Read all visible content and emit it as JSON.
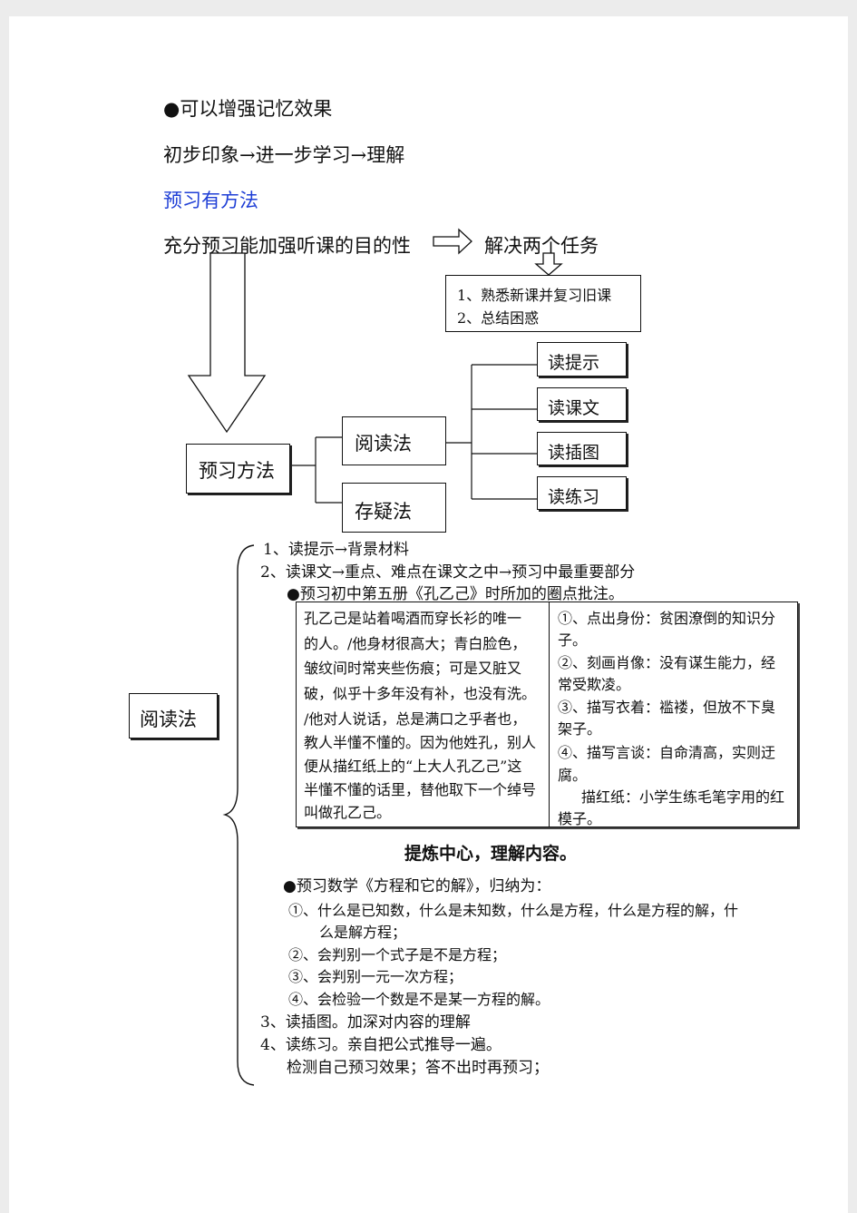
{
  "intro": {
    "line1": "●可以增强记忆效果",
    "line2": "初步印象→进一步学习→理解",
    "heading": "预习有方法",
    "line3": "充分预习能加强听课的目的性",
    "line3_result": "解决两个任务"
  },
  "tasks_box": {
    "item1": "1、熟悉新课并复习旧课",
    "item2": "2、总结困惑"
  },
  "diagram": {
    "root": "预习方法",
    "branch_read": "阅读法",
    "branch_doubt": "存疑法",
    "read_items": [
      "读提示",
      "读课文",
      "读插图",
      "读练习"
    ]
  },
  "reading": {
    "label": "阅读法",
    "step1": "1、读提示→背景材料",
    "step2": "2、读课文→重点、难点在课文之中→预习中最重要部分",
    "example1_intro": "●预习初中第五册《孔乙己》时所加的圈点批注。",
    "table_left": [
      "孔乙己是站着喝酒而穿长衫的唯一",
      "的人。/他身材很高大；青白脸色，",
      "皱纹间时常夹些伤痕；可是又脏又",
      "破，似乎十多年没有补，也没有洗。",
      "/他对人说话，总是满口之乎者也，",
      "教人半懂不懂的。因为他姓孔，别人",
      "便从描红纸上的“上大人孔乙己”这",
      "半懂不懂的话里，替他取下一个绰号",
      "叫做孔乙己。"
    ],
    "table_right": [
      "➀、点出身份：贫困潦倒的知识分",
      "子。",
      "➁、刻画肖像：没有谋生能力，经",
      "常受欺凌。",
      "➂、描写衣着：褴褛，但放不下臭",
      "架子。",
      "➃、描写言谈：自命清高，实则迂",
      "腐。",
      "描红纸：小学生练毛笔字用的红",
      "模子。"
    ],
    "summary": "提炼中心，理解内容。",
    "example2_intro": "●预习数学《方程和它的解》，归纳为：",
    "math_items": [
      "➀、什么是已知数，什么是未知数，什么是方程，什么是方程的解，什",
      "么是解方程；",
      "➁、会判别一个式子是不是方程；",
      "➂、会判别一元一次方程；",
      "➃、会检验一个数是不是某一方程的解。"
    ],
    "step3": "3、读插图。加深对内容的理解",
    "step4": "4、读练习。亲自把公式推导一遍。",
    "step4_note": "检测自己预习效果；答不出时再预习；"
  }
}
